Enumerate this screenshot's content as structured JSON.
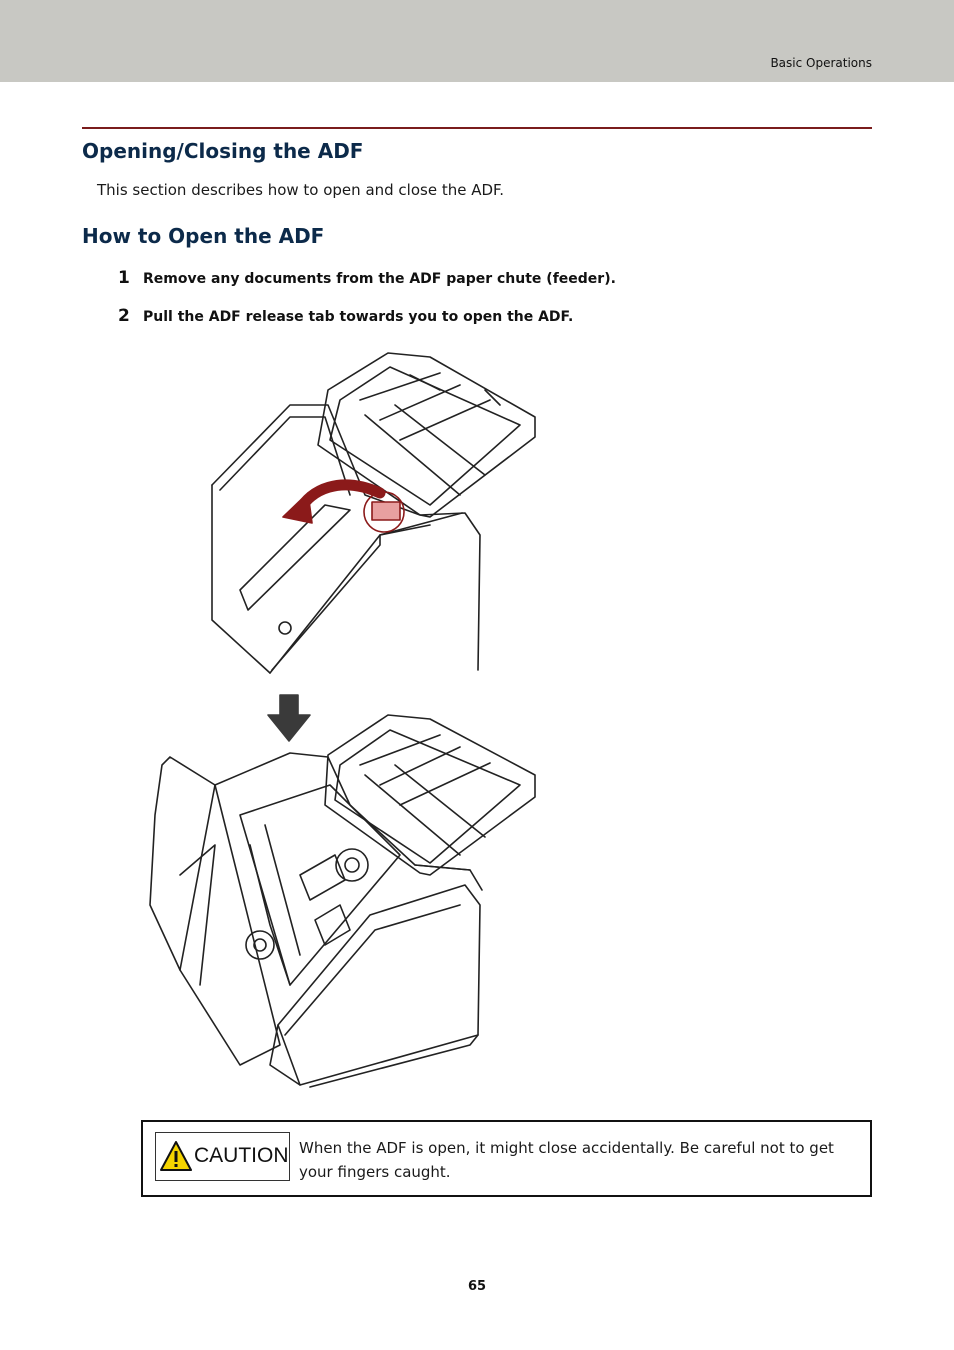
{
  "header": {
    "section": "Basic Operations"
  },
  "heading": "Opening/Closing the ADF",
  "intro": "This section describes how to open and close the ADF.",
  "subheading": "How to Open the ADF",
  "steps": [
    {
      "num": "1",
      "text": "Remove any documents from the ADF paper chute (feeder)."
    },
    {
      "num": "2",
      "text": "Pull the ADF release tab towards you to open the ADF."
    }
  ],
  "caution": {
    "label": "CAUTION",
    "text": "When the ADF is open, it might close accidentally. Be careful not to get your fingers caught."
  },
  "page_number": "65",
  "colors": {
    "header_band": "#c8c8c3",
    "rule": "#7a1c1c",
    "heading": "#0c2a4a",
    "arrow": "#8b1a1a",
    "warning_yellow": "#f5d400"
  }
}
